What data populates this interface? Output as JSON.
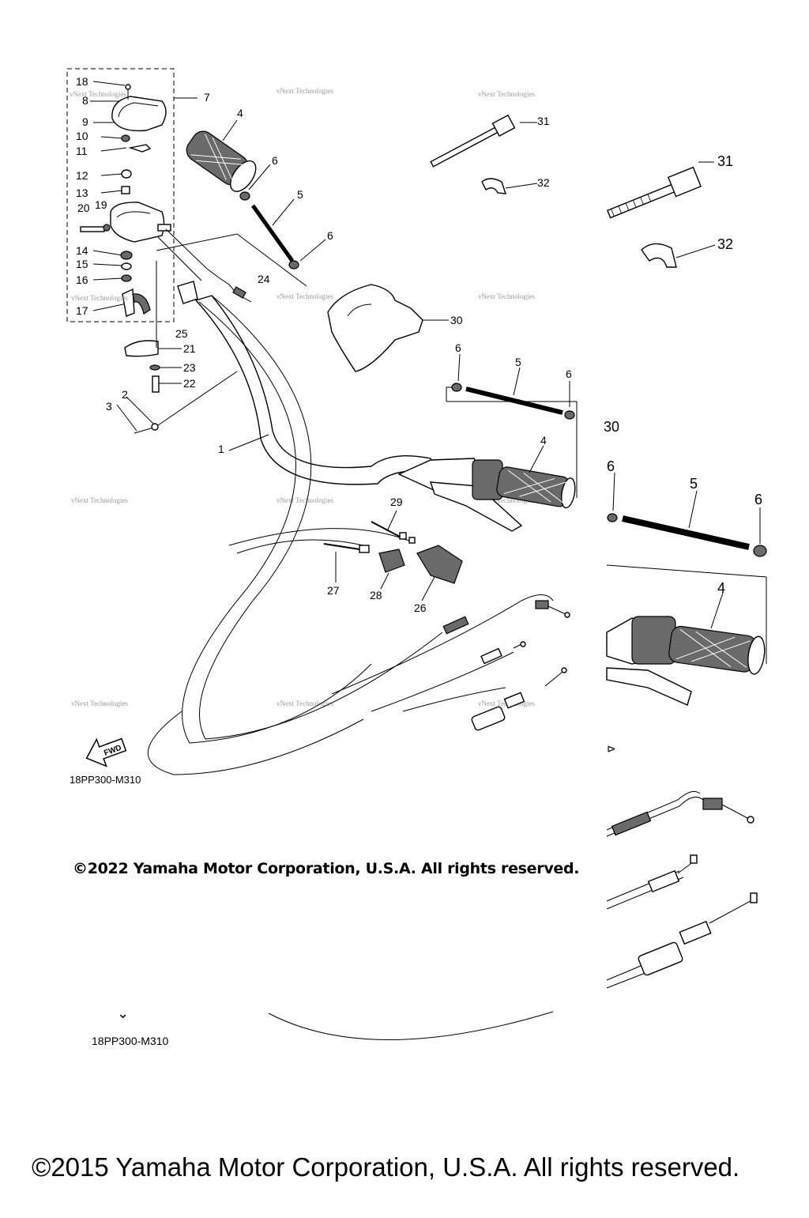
{
  "diagram": {
    "callouts_left": [
      "18",
      "8",
      "9",
      "10",
      "11",
      "12",
      "13",
      "20",
      "19",
      "14",
      "15",
      "16",
      "17",
      "7",
      "21",
      "23",
      "22",
      "25",
      "24",
      "2",
      "3",
      "1"
    ],
    "callouts_main": [
      "4",
      "6",
      "5",
      "6",
      "30",
      "31",
      "32",
      "6",
      "5",
      "6",
      "4",
      "29",
      "27",
      "28",
      "26"
    ],
    "callouts_zoom": [
      "31",
      "32",
      "30",
      "6",
      "5",
      "6",
      "4"
    ],
    "fwd_label": "FWD",
    "watermark": "vNext Technologies",
    "code_main": "18PP300-M310",
    "code_zoom": "18PP300-M310"
  },
  "footer": {
    "copyright_2022": "©2022 Yamaha Motor Corporation, U.S.A. All rights reserved.",
    "copyright_2015": "©2015 Yamaha Motor Corporation, U.S.A. All rights reserved."
  }
}
